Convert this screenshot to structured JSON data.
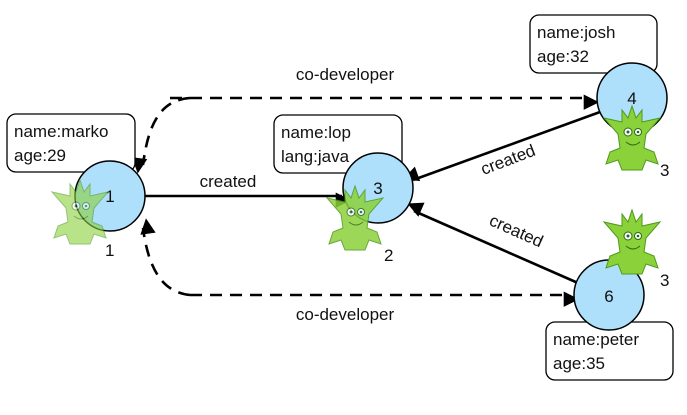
{
  "vertices": [
    {
      "id": "1",
      "props": [
        "name:marko",
        "age:29"
      ],
      "mascot_count": "1"
    },
    {
      "id": "3",
      "props": [
        "name:lop",
        "lang:java"
      ],
      "mascot_count": "2"
    },
    {
      "id": "4",
      "props": [
        "name:josh",
        "age:32"
      ],
      "mascot_count": "3"
    },
    {
      "id": "6",
      "props": [
        "name:peter",
        "age:35"
      ],
      "mascot_count": "3"
    }
  ],
  "edges": [
    {
      "from": "1",
      "to": "3",
      "label": "created",
      "style": "solid"
    },
    {
      "from": "4",
      "to": "3",
      "label": "created",
      "style": "solid"
    },
    {
      "from": "6",
      "to": "3",
      "label": "created",
      "style": "solid"
    },
    {
      "from": "4",
      "to": "1",
      "label": "co-developer",
      "style": "dashed",
      "bidirectional": true
    },
    {
      "from": "6",
      "to": "1",
      "label": "co-developer",
      "style": "dashed",
      "bidirectional": true
    }
  ],
  "colors": {
    "vertex_fill": "#aee0fb",
    "mascot": "#8bd13a"
  }
}
